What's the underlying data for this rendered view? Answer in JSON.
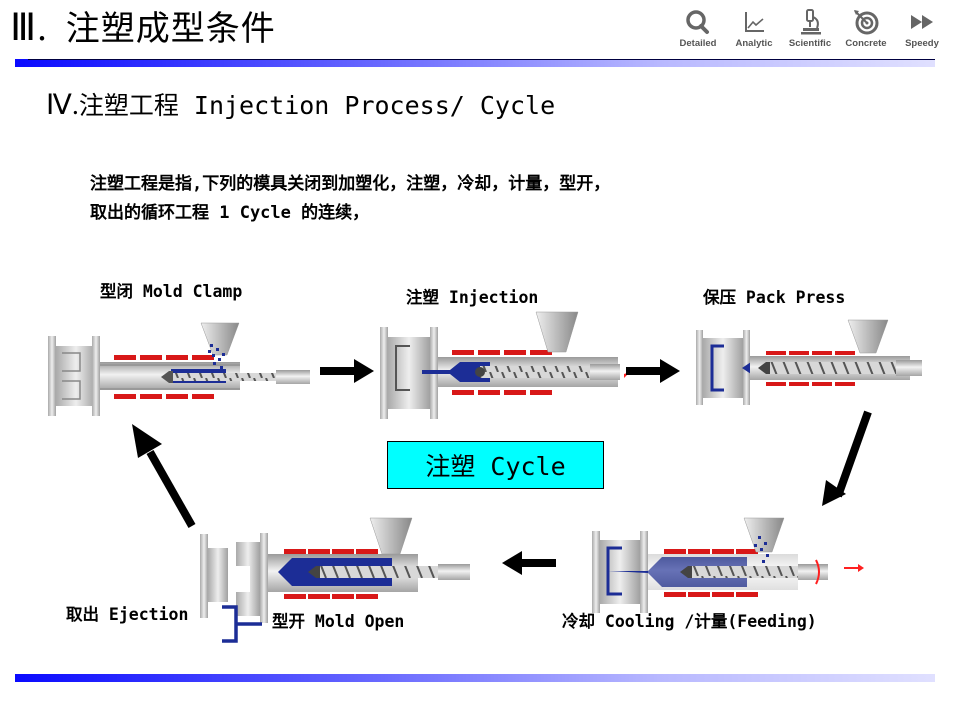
{
  "header": {
    "title_numeral": "Ⅲ.",
    "title_text": "注塑成型条件"
  },
  "logo_badges": [
    {
      "icon": "magnifier-icon",
      "label": "Detailed"
    },
    {
      "icon": "line-chart-icon",
      "label": "Analytic"
    },
    {
      "icon": "microscope-icon",
      "label": "Scientific"
    },
    {
      "icon": "target-icon",
      "label": "Concrete"
    },
    {
      "icon": "fast-forward-icon",
      "label": "Speedy"
    }
  ],
  "section": {
    "numeral": "Ⅳ.",
    "title": "注塑工程 Injection Process/ Cycle"
  },
  "description": {
    "line1": "注塑工程是指,下列的模具关闭到加塑化，注塑，冷却，计量，型开，",
    "line2": "取出的循环工程 1 Cycle 的连续，"
  },
  "center_label": "注塑 Cycle",
  "steps": [
    {
      "id": "mold-clamp",
      "label": "型闭 Mold Clamp"
    },
    {
      "id": "injection",
      "label": "注塑 Injection"
    },
    {
      "id": "pack-press",
      "label": "保压 Pack Press"
    },
    {
      "id": "cooling-feeding",
      "label": "冷却 Cooling  /计量(Feeding)"
    },
    {
      "id": "mold-open",
      "label": "型开 Mold Open"
    },
    {
      "id": "ejection",
      "label": "取出 Ejection"
    }
  ],
  "colors": {
    "heater": "#d81818",
    "melt": "#1c2d96",
    "barrel": "#cfcfcf",
    "accent_bar": "#0a0aff",
    "cycle_box": "#00ffff",
    "arrow": "#000000",
    "feed_arrow": "#ff2020"
  }
}
